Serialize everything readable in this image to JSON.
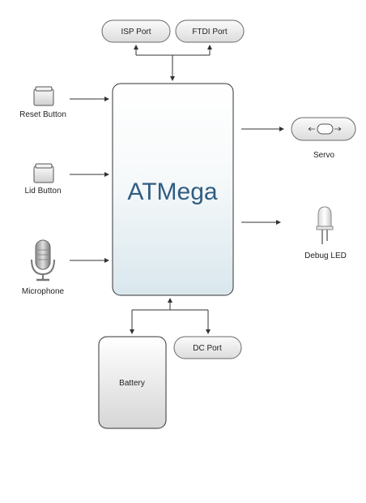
{
  "mcu": {
    "label": "ATMega"
  },
  "ports": {
    "isp": "ISP Port",
    "ftdi": "FTDI Port",
    "dc": "DC Port"
  },
  "inputs": {
    "reset": "Reset Button",
    "lid": "Lid Button",
    "mic": "Microphone"
  },
  "outputs": {
    "servo": "Servo",
    "led": "Debug LED"
  },
  "power": {
    "battery": "Battery"
  },
  "colors": {
    "mcu_text": "#2f5d82",
    "mcu_fill_bottom": "#dde9ef",
    "line": "#333333"
  }
}
